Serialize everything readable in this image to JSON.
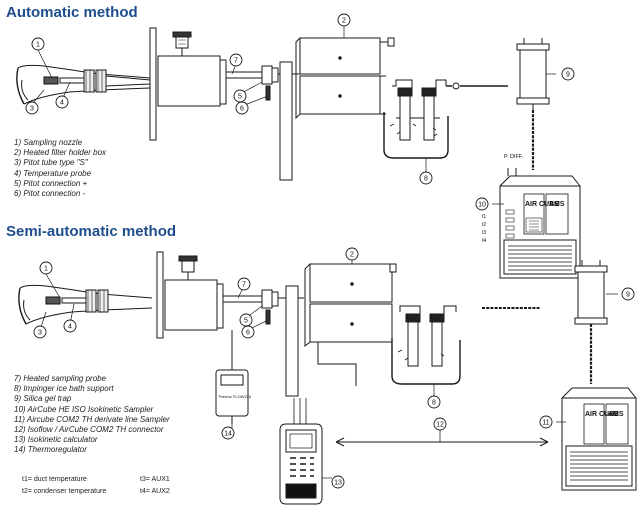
{
  "titles": {
    "automatic": "Automatic method",
    "semi_automatic": "Semi-automatic method"
  },
  "legend_automatic": [
    "1) Sampling nozzle",
    "2) Heated filter holder box",
    "3) Pitot tube type \"S\"",
    "4) Temperature probe",
    "5) Pitot connection +",
    "6) Pitot connection -"
  ],
  "legend_semi": [
    "7) Heated sampling probe",
    "8) Impinger ice bath support",
    "9) Silica gel trap",
    "10) AirCube HE ISO Isokinetic Sampler",
    "11) Aircube COM2 TH derivate line Sampler",
    "12) Isoflow / AirCube COM2 TH connector",
    "13) Isokinetic calculator",
    "14) Thermoregulator"
  ],
  "temperature_notes": {
    "t1": "t1= duct temperature",
    "t2": "t2= condenser temperature",
    "t3": "t3= AUX1",
    "t4": "t4= AUX2"
  },
  "labels": {
    "pdiff": "P. DIFF.",
    "aircube_brand": "AIR CUBE",
    "ams_brand": "AMS",
    "aircube_ports": [
      "t1",
      "t2",
      "t3",
      "t4"
    ],
    "thermoregulator_brand": "Thermo FLOW230"
  },
  "callouts": [
    "1",
    "2",
    "3",
    "4",
    "5",
    "6",
    "7",
    "8",
    "9",
    "10",
    "11",
    "12",
    "13",
    "14"
  ]
}
